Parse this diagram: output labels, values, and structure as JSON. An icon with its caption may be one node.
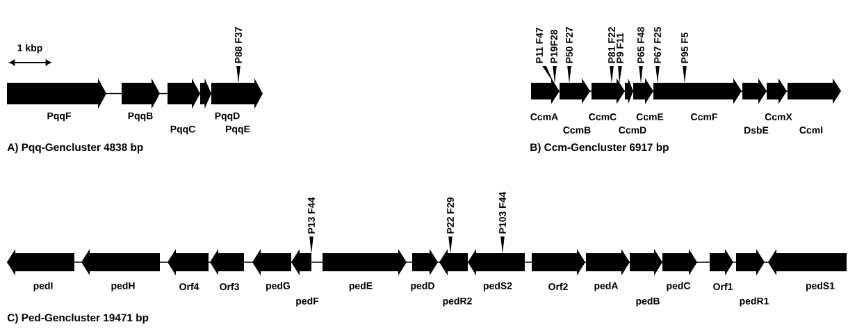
{
  "diagram": {
    "nodes": [
      {
        "text": [
          "PqqF"
        ]
      },
      {
        "text": [
          "PqqB"
        ]
      },
      {
        "text": [
          "PqqC"
        ]
      },
      {
        "text": [
          "PqqD"
        ]
      },
      {
        "text": [
          "PqqE"
        ]
      },
      {
        "text": [
          "CcmA"
        ]
      },
      {
        "text": [
          "CcmB"
        ]
      },
      {
        "text": [
          "CcmC"
        ]
      },
      {
        "text": [
          "CcmD"
        ]
      },
      {
        "text": [
          "CcmE"
        ]
      },
      {
        "text": [
          "CcmF"
        ]
      },
      {
        "text": [
          "DsbE"
        ]
      },
      {
        "text": [
          "CcmX"
        ]
      },
      {
        "text": [
          "CcmI"
        ]
      },
      {
        "text": [
          "pedI"
        ]
      },
      {
        "text": [
          "pedH"
        ]
      },
      {
        "text": [
          "Orf4"
        ]
      },
      {
        "text": [
          "Orf3"
        ]
      },
      {
        "text": [
          "pedG"
        ]
      },
      {
        "text": [
          "pedF"
        ]
      },
      {
        "text": [
          "pedE"
        ]
      },
      {
        "text": [
          "pedD"
        ]
      },
      {
        "text": [
          "pedR2"
        ]
      },
      {
        "text": [
          "pedS2"
        ]
      },
      {
        "text": [
          "Orf2"
        ]
      },
      {
        "text": [
          "pedA"
        ]
      },
      {
        "text": [
          "pedB"
        ]
      },
      {
        "text": [
          "pedC"
        ]
      },
      {
        "text": [
          "Orf1"
        ]
      },
      {
        "text": [
          "pedR1"
        ]
      },
      {
        "text": [
          "pedS1"
        ]
      }
    ],
    "labels": [
      "1 kbp",
      "P88 F37",
      "A) Pqq-Gencluster 4838 bp",
      "P11 F47",
      "P19F28",
      "P50 F27",
      "P81 F22",
      "P9 F11",
      "P65 F48",
      "P67 F25",
      "P95 F5",
      "B) Ccm-Gencluster 6917 bp",
      "P13 F44",
      "P22 F29",
      "P103 F44",
      "C) Ped-Gencluster 19471 bp"
    ]
  }
}
